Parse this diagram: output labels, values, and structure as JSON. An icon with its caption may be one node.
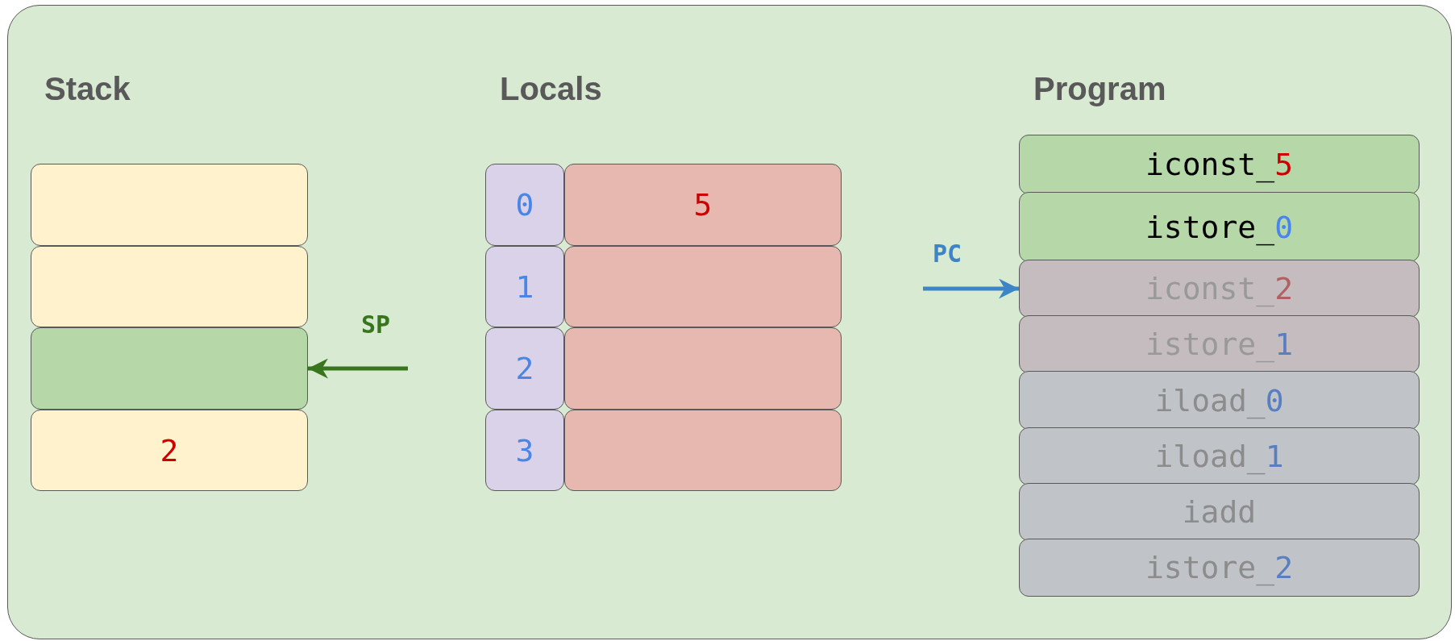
{
  "diagram": {
    "nodes": [
      {
        "text": [],
        "shape": "box"
      },
      {
        "text": [],
        "shape": "box"
      },
      {
        "text": [],
        "shape": "box"
      },
      {
        "text": [
          "2"
        ]
      },
      {
        "text": [
          "0"
        ]
      },
      {
        "text": [
          "5"
        ]
      },
      {
        "text": [
          "1"
        ]
      },
      {
        "text": [],
        "shape": "box"
      },
      {
        "text": [
          "2"
        ]
      },
      {
        "text": [],
        "shape": "box"
      },
      {
        "text": [
          "3"
        ]
      },
      {
        "text": [],
        "shape": "box"
      },
      {
        "text": [
          "iconst_5"
        ]
      },
      {
        "text": [
          "istore_0"
        ]
      },
      {
        "text": [
          "iconst_2"
        ]
      },
      {
        "text": [
          "istore_1"
        ]
      },
      {
        "text": [
          "iload_0"
        ]
      },
      {
        "text": [
          "iload_1"
        ]
      },
      {
        "text": [
          "iadd"
        ]
      },
      {
        "text": [
          "istore_2"
        ]
      }
    ],
    "edges": [
      {
        "from": null,
        "to": 2,
        "arrow": "to",
        "label": "SP",
        "color": "#38761d"
      },
      {
        "from": null,
        "to": 14,
        "arrow": "to",
        "label": "PC",
        "color": "#3d85c6"
      }
    ],
    "labels": [
      "Stack",
      "Locals",
      "Program"
    ]
  }
}
